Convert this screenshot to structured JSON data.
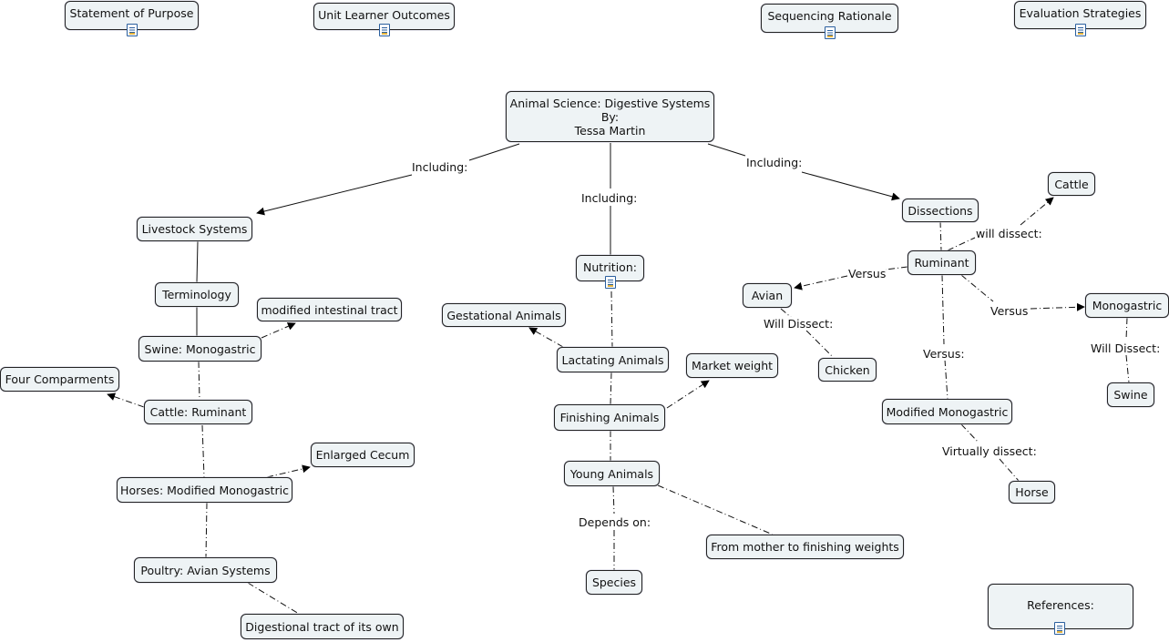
{
  "nodes": {
    "statement": "Statement of Purpose",
    "outcomes": "Unit Learner Outcomes",
    "sequencing": "Sequencing Rationale",
    "evaluation": "Evaluation Strategies",
    "root_line1": "Animal Science: Digestive Systems",
    "root_line2": "By:",
    "root_line3": "Tessa Martin",
    "livestock": "Livestock Systems",
    "terminology": "Terminology",
    "swine_mono": "Swine: Monogastric",
    "modified_tract": "modified intestinal tract",
    "cattle_rum": "Cattle: Ruminant",
    "four_comp": "Four Comparments",
    "horses_mod": "Horses: Modified Monogastric",
    "cecum": "Enlarged Cecum",
    "poultry": "Poultry: Avian Systems",
    "tract_own": "Digestional tract of its own",
    "nutrition": "Nutrition:",
    "gestational": "Gestational Animals",
    "lactating": "Lactating Animals",
    "market": "Market weight",
    "finishing": "Finishing Animals",
    "young": "Young Animals",
    "species": "Species",
    "mother": "From mother to finishing weights",
    "dissections": "Dissections",
    "cattle": "Cattle",
    "ruminant": "Ruminant",
    "avian": "Avian",
    "chicken": "Chicken",
    "monogastric": "Monogastric",
    "swine": "Swine",
    "mod_mono": "Modified Monogastric",
    "horse": "Horse",
    "references": "References:"
  },
  "links": {
    "including_left": "Including:",
    "including_center": "Including:",
    "including_right": "Including:",
    "will_dissect_cattle": "will dissect:",
    "versus_avian": "Versus",
    "versus_mono": "Versus",
    "versus_mod": "Versus:",
    "will_dissect_chicken": "Will Dissect:",
    "will_dissect_swine": "Will Dissect:",
    "virtually_dissect": "Virtually dissect:",
    "depends_on": "Depends on:"
  },
  "colors": {
    "node_fill": "#eef3f5",
    "node_border": "#222222",
    "line": "#111111",
    "icon": "#2a5f9e"
  }
}
